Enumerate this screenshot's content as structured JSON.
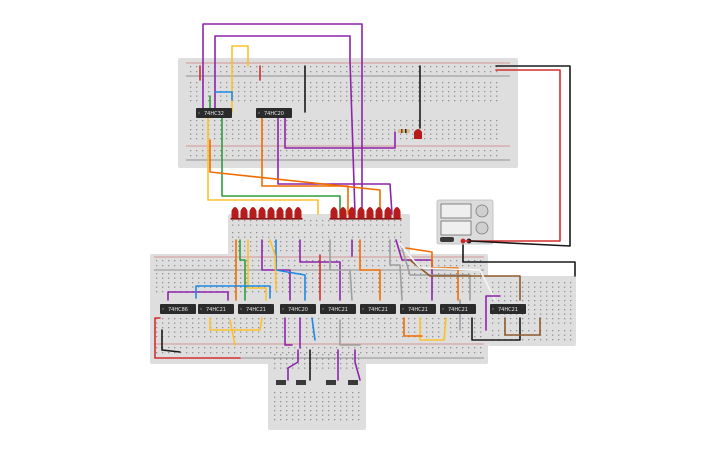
{
  "canvas": {
    "background": "#ffffff"
  },
  "colors": {
    "board": "#dedede",
    "hole": "#8f8f8f",
    "rail_red": "#c62828",
    "rail_black": "#222222",
    "chip": "#2b2b2b",
    "led": "#b71c1c",
    "wire_red": "#d32f2f",
    "wire_black": "#1a1a1a",
    "wire_purple": "#8e24aa",
    "wire_yellow": "#fbc02d",
    "wire_orange": "#ef6c00",
    "wire_green": "#2e9e3e",
    "wire_blue": "#1e88e5",
    "wire_gray": "#9e9e9e",
    "wire_brown": "#8d5a2b",
    "wire_white": "#f5f5f5"
  },
  "chips": {
    "top_left": "74HC32",
    "top_right": "74HC20",
    "bottom": [
      "74HC86",
      "74HC21",
      "74HC21",
      "74HC20",
      "74HC21",
      "74HC21",
      "74HC21",
      "74HC21",
      "74HC21"
    ]
  },
  "power_supply": {
    "icon": "power-supply-icon"
  },
  "led_count": 17
}
